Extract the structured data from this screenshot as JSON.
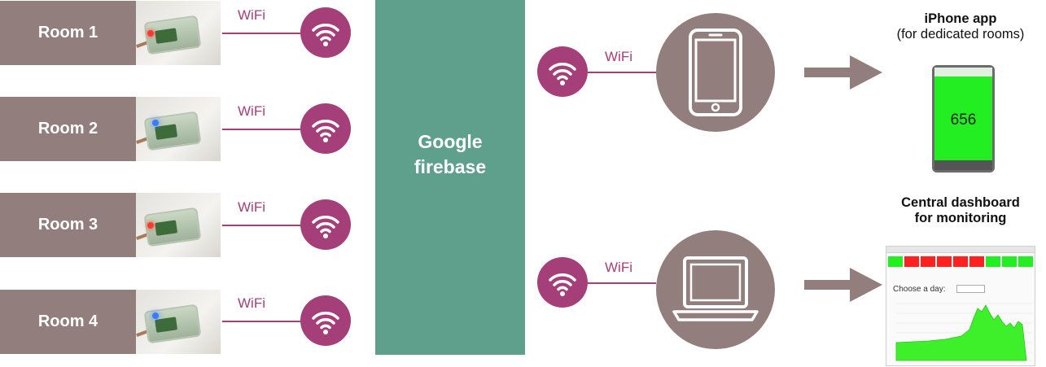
{
  "rooms": [
    {
      "label": "Room 1",
      "led": "red"
    },
    {
      "label": "Room 2",
      "led": "blue"
    },
    {
      "label": "Room 3",
      "led": "red"
    },
    {
      "label": "Room 4",
      "led": "blue"
    }
  ],
  "wifi_label": "WiFi",
  "firebase": {
    "line1": "Google",
    "line2": "firebase"
  },
  "iphone": {
    "title": "iPhone app",
    "subtitle": "(for dedicated rooms)",
    "reading": "656"
  },
  "dashboard": {
    "title_line1": "Central dashboard",
    "title_line2": "for monitoring",
    "choose_label": "Choose a day:",
    "tile_states": [
      "green",
      "red",
      "red",
      "red",
      "red",
      "red",
      "green",
      "green",
      "green"
    ]
  },
  "colors": {
    "room_box": "#927f7d",
    "wifi_accent": "#a53f7a",
    "firebase": "#5fa08c",
    "device_circle": "#927f7d",
    "ok": "#22ee22",
    "alert": "#ff2020"
  },
  "icons": {
    "wifi": "wifi-icon",
    "phone": "smartphone-icon",
    "laptop": "laptop-icon",
    "arrow": "arrow-right-icon"
  }
}
